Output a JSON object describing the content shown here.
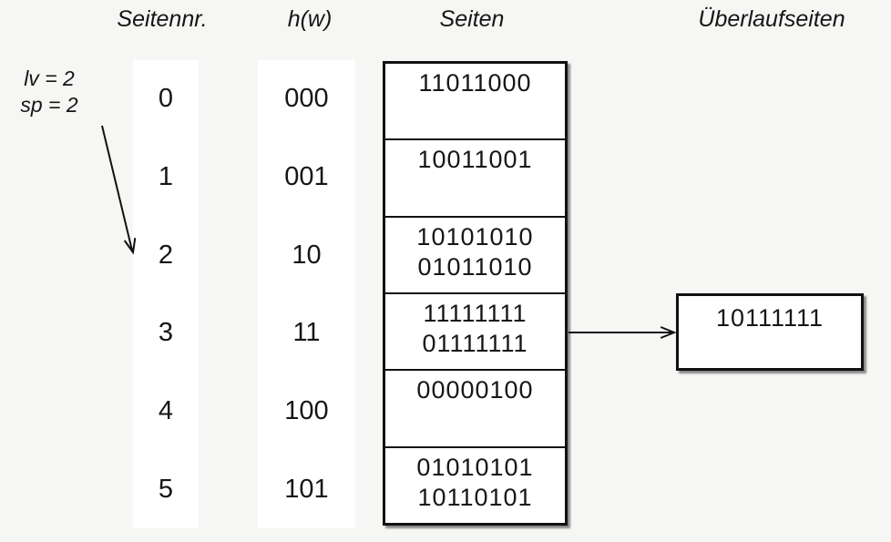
{
  "headers": {
    "seitennr": "Seitennr.",
    "hw": "h(w)",
    "seiten": "Seiten",
    "ueberlaufseiten": "Überlaufseiten"
  },
  "annotation": {
    "lv": "lv = 2",
    "sp": "sp = 2",
    "points_to_page_nr": "2"
  },
  "table": {
    "rows": [
      {
        "nr": "0",
        "hw": "000",
        "values": [
          "11011000"
        ]
      },
      {
        "nr": "1",
        "hw": "001",
        "values": [
          "10011001"
        ]
      },
      {
        "nr": "2",
        "hw": "10",
        "values": [
          "10101010",
          "01011010"
        ]
      },
      {
        "nr": "3",
        "hw": "11",
        "values": [
          "11111111",
          "01111111"
        ]
      },
      {
        "nr": "4",
        "hw": "100",
        "values": [
          "00000100"
        ]
      },
      {
        "nr": "5",
        "hw": "101",
        "values": [
          "01010101",
          "10110101"
        ]
      }
    ]
  },
  "overflow": {
    "values": [
      "10111111"
    ],
    "arrow_from_row_nr": "3"
  },
  "colors": {
    "background": "#f6f6f4",
    "box_fill": "#ffffff",
    "line": "#111111",
    "text": "#161616"
  }
}
